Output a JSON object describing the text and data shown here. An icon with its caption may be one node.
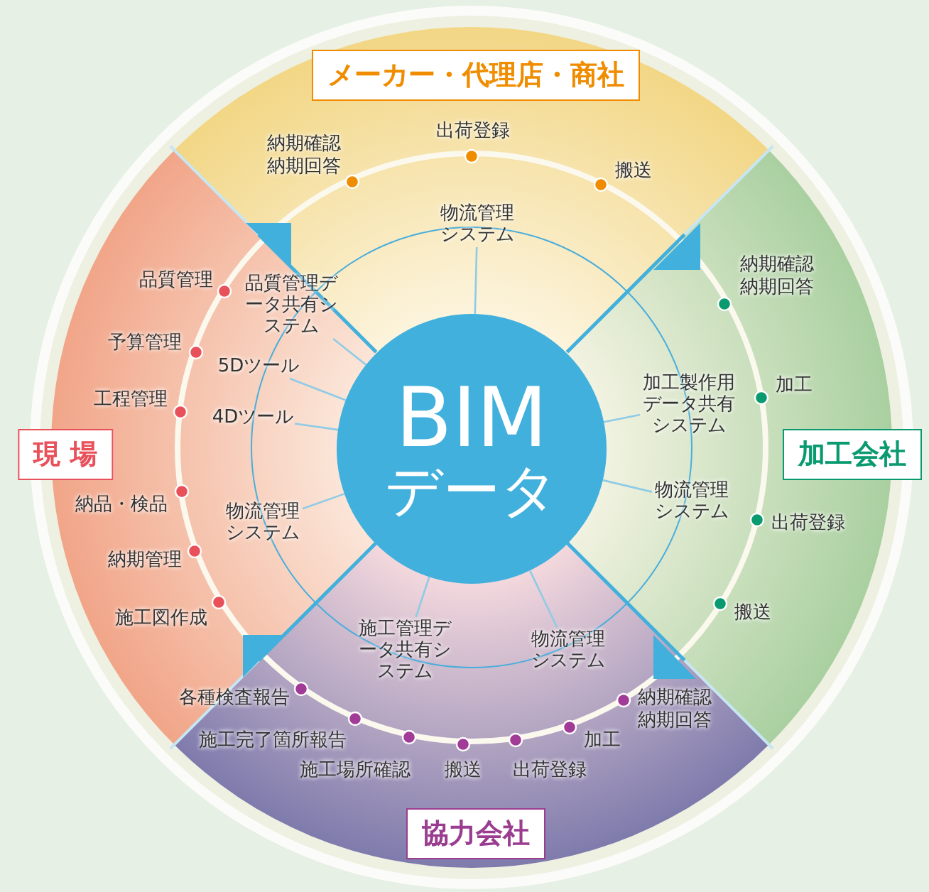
{
  "diagram": {
    "nodes": [
      {
        "text": [
          "メーカー・代理店・商社"
        ]
      },
      {
        "text": [
          "加工会社"
        ]
      },
      {
        "text": [
          "協力会社"
        ]
      },
      {
        "text": [
          "現 場"
        ]
      },
      {
        "text": [
          "BIM",
          "データ"
        ]
      },
      {
        "text": [
          "物流管理システム"
        ]
      },
      {
        "text": [
          "品質管理データ共有システム"
        ]
      },
      {
        "text": [
          "5Dツール"
        ]
      },
      {
        "text": [
          "4Dツール"
        ]
      },
      {
        "text": [
          "物流管理システム"
        ]
      },
      {
        "text": [
          "施工管理データ共有システム"
        ]
      },
      {
        "text": [
          "物流管理システム"
        ]
      },
      {
        "text": [
          "物流管理システム"
        ]
      },
      {
        "text": [
          "加工製作用データ共有システム"
        ]
      }
    ],
    "edges": [
      {
        "from": 4,
        "to": 5,
        "arrow": "none"
      },
      {
        "from": 4,
        "to": 6,
        "arrow": "none"
      },
      {
        "from": 4,
        "to": 7,
        "arrow": "none"
      },
      {
        "from": 4,
        "to": 8,
        "arrow": "none"
      },
      {
        "from": 4,
        "to": 9,
        "arrow": "none"
      },
      {
        "from": 4,
        "to": 10,
        "arrow": "none"
      },
      {
        "from": 4,
        "to": 11,
        "arrow": "none"
      },
      {
        "from": 4,
        "to": 12,
        "arrow": "none"
      },
      {
        "from": 4,
        "to": 13,
        "arrow": "none"
      }
    ],
    "labels": [
      "納期確認納期回答",
      "出荷登録",
      "搬送",
      "納期確認納期回答",
      "加工",
      "出荷登録",
      "搬送",
      "納期確認納期回答",
      "加工",
      "出荷登録",
      "搬送",
      "施工場所確認",
      "施工完了箇所報告",
      "各種検査報告",
      "施工図作成",
      "納期管理",
      "納品・検品",
      "工程管理",
      "予算管理",
      "品質管理"
    ]
  }
}
